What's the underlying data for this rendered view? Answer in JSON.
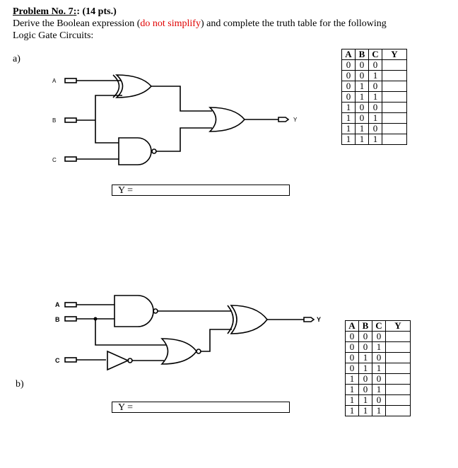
{
  "header": {
    "title_prefix": "Problem No. 7",
    "title_points": ": (14 pts.)",
    "line2_a": "Derive the Boolean expression (",
    "line2_red": "do not simplify",
    "line2_b": ") and complete the truth table for the following",
    "line3": "Logic Gate Circuits:"
  },
  "part_a": {
    "label": "a)",
    "inputs": [
      "A",
      "B",
      "C"
    ],
    "output": "Y",
    "y_box": "Y =",
    "table": {
      "headers": [
        "A",
        "B",
        "C",
        "Y"
      ],
      "rows": [
        [
          "0",
          "0",
          "0",
          ""
        ],
        [
          "0",
          "0",
          "1",
          ""
        ],
        [
          "0",
          "1",
          "0",
          ""
        ],
        [
          "0",
          "1",
          "1",
          ""
        ],
        [
          "1",
          "0",
          "0",
          ""
        ],
        [
          "1",
          "0",
          "1",
          ""
        ],
        [
          "1",
          "1",
          "0",
          ""
        ],
        [
          "1",
          "1",
          "1",
          ""
        ]
      ]
    }
  },
  "part_b": {
    "label": "b)",
    "inputs": [
      "A",
      "B",
      "C"
    ],
    "output": "Y",
    "y_box": "Y =",
    "table": {
      "headers": [
        "A",
        "B",
        "C",
        "Y"
      ],
      "rows": [
        [
          "0",
          "0",
          "0",
          ""
        ],
        [
          "0",
          "0",
          "1",
          ""
        ],
        [
          "0",
          "1",
          "0",
          ""
        ],
        [
          "0",
          "1",
          "1",
          ""
        ],
        [
          "1",
          "0",
          "0",
          ""
        ],
        [
          "1",
          "0",
          "1",
          ""
        ],
        [
          "1",
          "1",
          "0",
          ""
        ],
        [
          "1",
          "1",
          "1",
          ""
        ]
      ]
    }
  }
}
